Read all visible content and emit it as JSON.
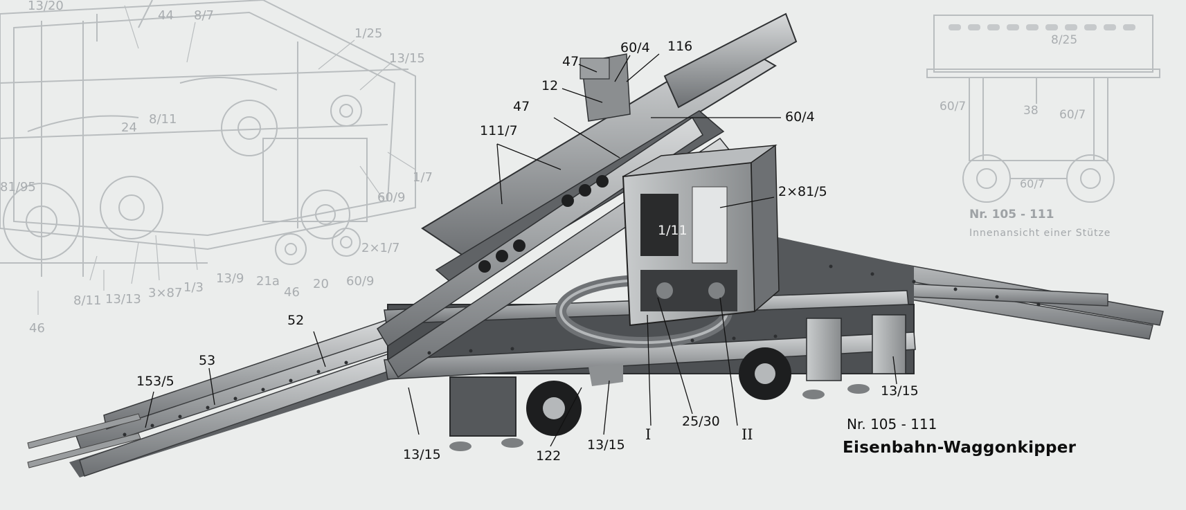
{
  "caption": {
    "number": "Nr. 105 - 111",
    "title": "Eisenbahn-Waggonkipper"
  },
  "part_labels": {
    "l47_top": "47",
    "l60_4_top": "60/4",
    "l116": "116",
    "l12": "12",
    "l47_mid": "47",
    "l60_4_right": "60/4",
    "l111_7": "111/7",
    "l2x81_5": "2×81/5",
    "l1_11": "1/11",
    "l52": "52",
    "l53": "53",
    "l153_5": "153/5",
    "l13_15_left": "13/15",
    "l122": "122",
    "l13_15_mid": "13/15",
    "roman_1": "I",
    "l25_30": "25/30",
    "roman_2": "II",
    "l13_15_right": "13/15"
  },
  "background_left_labels": {
    "a": "44",
    "b": "8/7",
    "c": "1/25",
    "d": "13/15",
    "e": "24",
    "f": "8/11",
    "g": "1/7",
    "h": "60/9",
    "i": "2×1/7",
    "j": "60/9",
    "k": "20",
    "l": "46",
    "m": "21a",
    "n": "13/9",
    "o": "1/3",
    "p": "3×87",
    "q": "13/13",
    "r": "8/11",
    "s": "46",
    "t": "81/95",
    "u": "13/20"
  },
  "inset": {
    "labels": {
      "top": "8/25",
      "left": "60/7",
      "mid": "38",
      "right": "60/7",
      "bottom": "60/7"
    },
    "caption_number": "Nr. 105 - 111",
    "caption_text": "Innenansicht einer Stütze"
  }
}
